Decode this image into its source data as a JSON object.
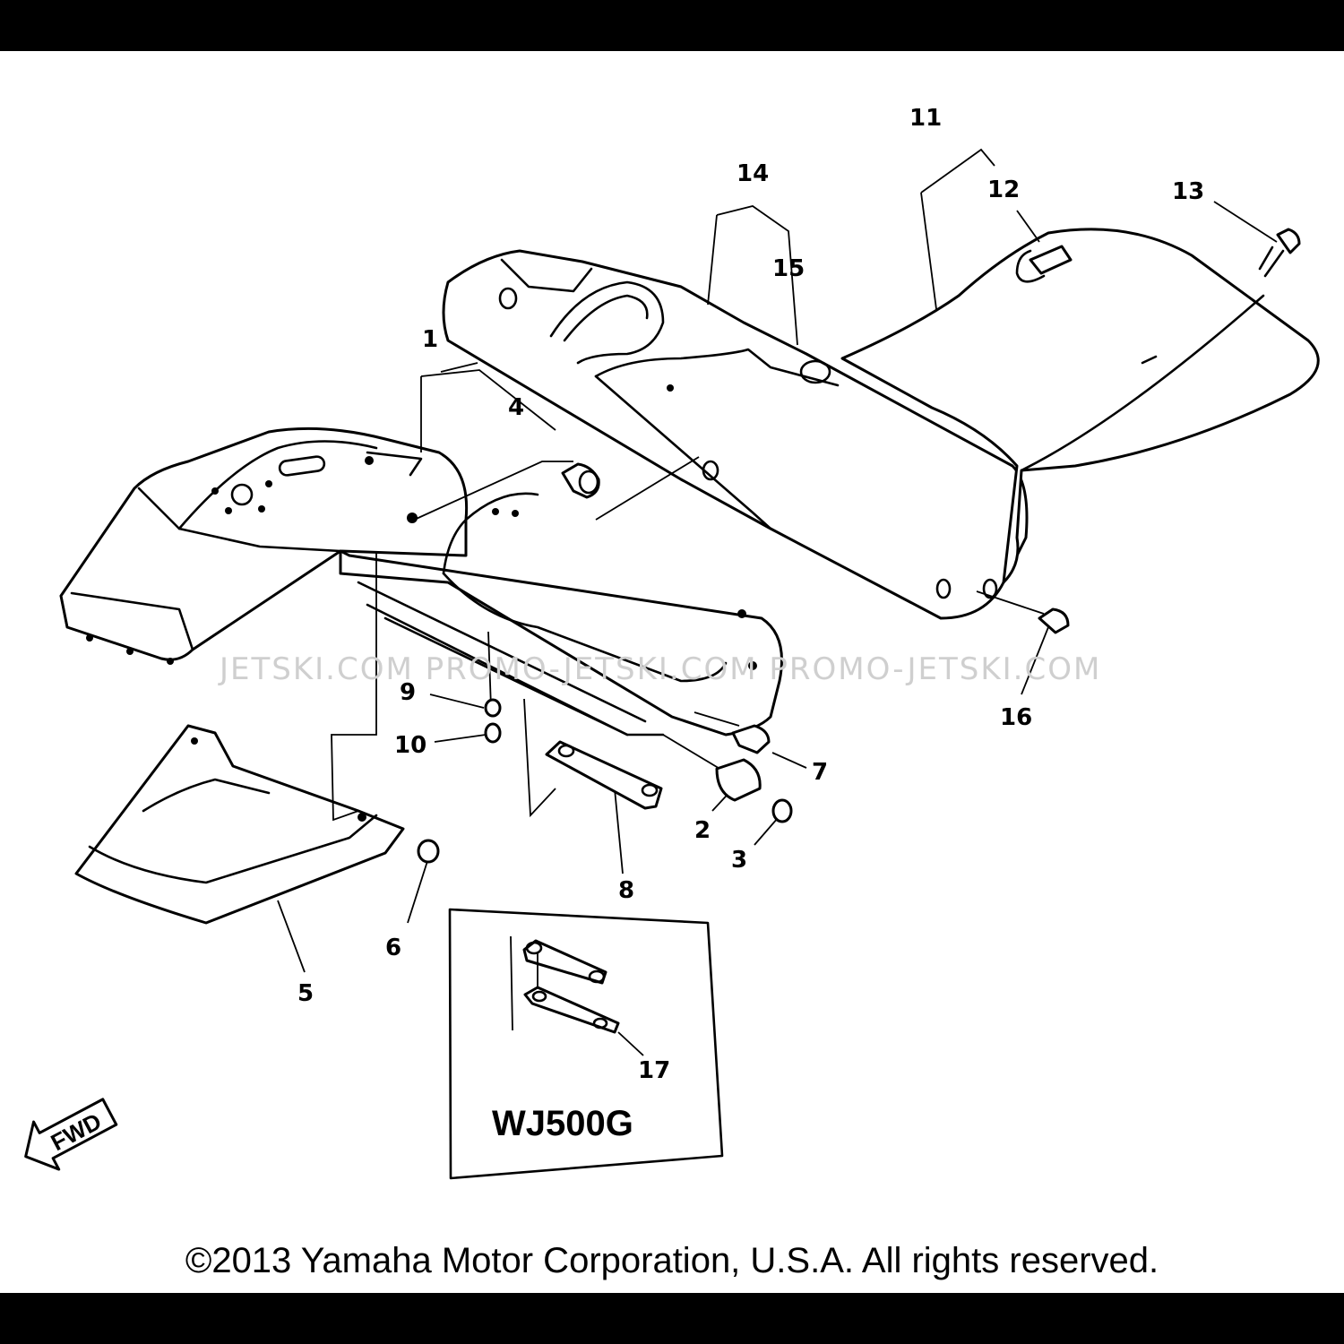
{
  "callouts": {
    "n1": "1",
    "n2": "2",
    "n3": "3",
    "n4": "4",
    "n5": "5",
    "n6": "6",
    "n7": "7",
    "n8": "8",
    "n9": "9",
    "n10": "10",
    "n11": "11",
    "n12": "12",
    "n13": "13",
    "n14": "14",
    "n15": "15",
    "n16": "16",
    "n17": "17"
  },
  "watermark": "JETSKI.COM   PROMO-JETSKI.COM   PROMO-JETSKI.COM",
  "direction_label": "FWD",
  "inset_model": "WJ500G",
  "copyright": "©2013 Yamaha Motor Corporation, U.S.A. All rights reserved."
}
